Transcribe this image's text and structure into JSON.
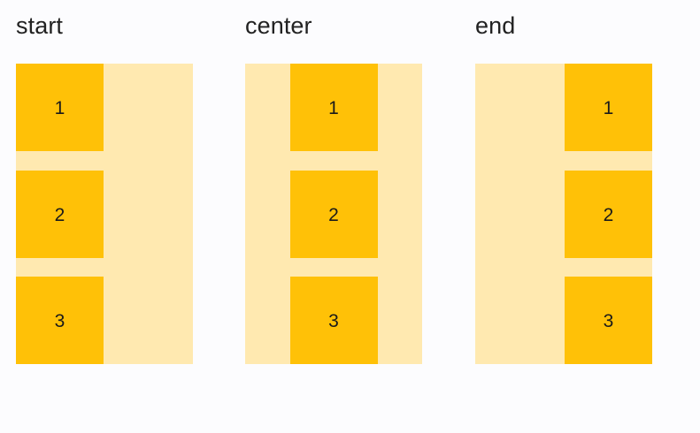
{
  "page": {
    "background_color": "#fcfcfe",
    "title": "flex align-items demo"
  },
  "palette": {
    "item_color": "#ffc107",
    "container_color": "#ffe9b0",
    "label_color": "#222222",
    "item_text_color": "#1a1a1a"
  },
  "columns": [
    {
      "label": "start",
      "align": "flex-start",
      "items": [
        {
          "label": "1"
        },
        {
          "label": "2"
        },
        {
          "label": "3"
        }
      ]
    },
    {
      "label": "center",
      "align": "center",
      "items": [
        {
          "label": "1"
        },
        {
          "label": "2"
        },
        {
          "label": "3"
        }
      ]
    },
    {
      "label": "end",
      "align": "flex-end",
      "items": [
        {
          "label": "1"
        },
        {
          "label": "2"
        },
        {
          "label": "3"
        }
      ]
    }
  ]
}
